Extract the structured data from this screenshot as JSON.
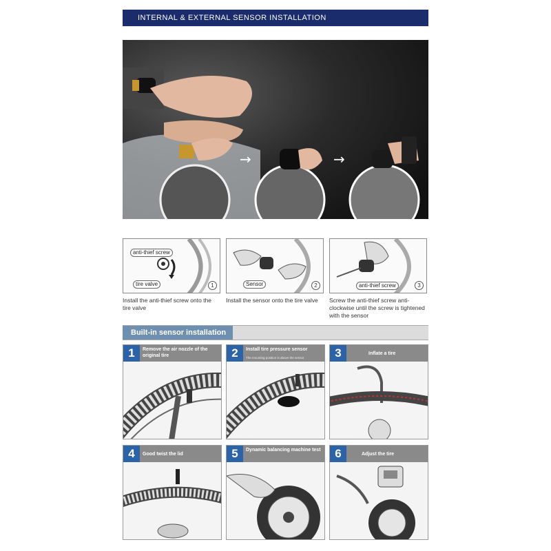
{
  "banner": {
    "title": "INTERNAL & EXTERNAL SENSOR INSTALLATION"
  },
  "external_steps": [
    {
      "tag": "anti-thief screw",
      "tag2": "tire valve",
      "number": "1",
      "caption": "Install the anti-thief screw onto the tire valve"
    },
    {
      "tag": "Sensor",
      "number": "2",
      "caption": "Install the sensor onto the tire valve"
    },
    {
      "tag": "anti-thief screw",
      "number": "3",
      "caption": "Screw the anti-thief screw anti-clockwise until the screw is tightened with the sensor"
    }
  ],
  "builtin": {
    "header": "Built-in sensor installation",
    "steps": [
      {
        "number": "1",
        "label": "Remove the air nozzle of the original tire",
        "sub": ""
      },
      {
        "number": "2",
        "label": "Install tire pressure sensor",
        "sub": "The mounting position is above the sensor"
      },
      {
        "number": "3",
        "label": "Inflate a tire",
        "sub": ""
      },
      {
        "number": "4",
        "label": "Good twist the lid",
        "sub": ""
      },
      {
        "number": "5",
        "label": "Dynamic balancing machine test",
        "sub": ""
      },
      {
        "number": "6",
        "label": "Adjust the tire",
        "sub": ""
      }
    ]
  },
  "colors": {
    "banner": "#1b2c6c",
    "step_number": "#2b63a6",
    "step_header": "#8a8a8a",
    "builtin_tab": "#6f8fb0"
  }
}
